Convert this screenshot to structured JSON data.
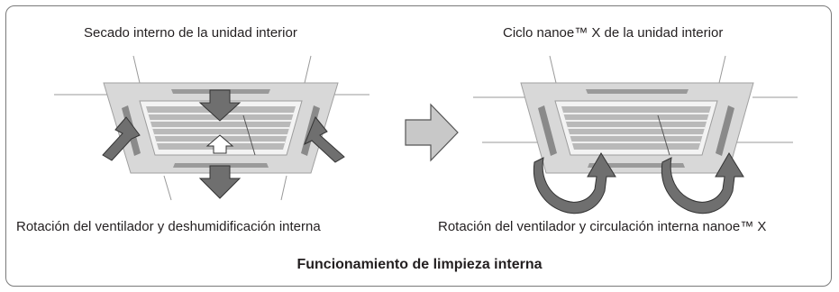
{
  "labels": {
    "left_top": "Secado interno de la unidad interior",
    "right_top": "Ciclo nanoe™ X de la unidad interior",
    "left_bottom": "Rotación del ventilador y deshumidificación interna",
    "right_bottom": "Rotación del ventilador y circulación interna nanoe™ X",
    "title": "Funcionamiento de limpieza interna"
  },
  "icons": [
    "cassette-unit",
    "airflow-arrow",
    "process-arrow",
    "circulation-arrow"
  ],
  "colors": {
    "panel": "#cfcfcf",
    "panel_dark": "#a7a7a7",
    "arrow_fill": "#6f6f6f",
    "process_arrow": "#c8c8c8",
    "border": "#7a7a7a"
  }
}
